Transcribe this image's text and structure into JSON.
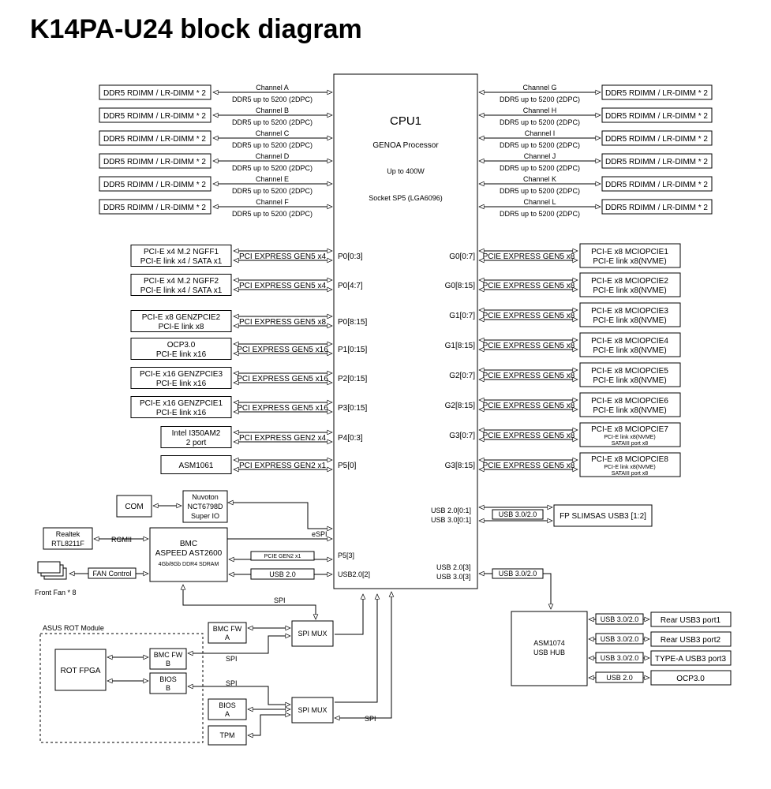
{
  "title": "K14PA-U24 block diagram",
  "cpu": {
    "name": "CPU1",
    "processor": "GENOA Processor",
    "power": "Up to 400W",
    "socket": "Socket SP5 (LGA6096)"
  },
  "memory": {
    "dimm_label": "DDR5 RDIMM / LR-DIMM * 2",
    "speed_label": "DDR5 up to 5200 (2DPC)",
    "left_channels": [
      "Channel A",
      "Channel B",
      "Channel C",
      "Channel D",
      "Channel E",
      "Channel F"
    ],
    "right_channels": [
      "Channel G",
      "Channel H",
      "Channel I",
      "Channel J",
      "Channel K",
      "Channel L"
    ]
  },
  "left_pcie": [
    {
      "dev1": "PCI-E x4 M.2 NGFF1",
      "dev2": "PCI-E link x4 / SATA x1",
      "bus": "PCI EXPRESS GEN5 x4",
      "port": "P0[0:3]"
    },
    {
      "dev1": "PCI-E x4 M.2 NGFF2",
      "dev2": "PCI-E link x4 / SATA x1",
      "bus": "PCI EXPRESS GEN5 x4",
      "port": "P0[4:7]"
    },
    {
      "dev1": "PCI-E x8 GENZPCIE2",
      "dev2": "PCI-E link x8",
      "bus": "PCI EXPRESS GEN5 x8",
      "port": "P0[8:15]"
    },
    {
      "dev1": "OCP3.0",
      "dev2": "PCI-E link x16",
      "bus": "PCI EXPRESS GEN5 x16",
      "port": "P1[0:15]"
    },
    {
      "dev1": "PCI-E x16 GENZPCIE3",
      "dev2": "PCI-E link x16",
      "bus": "PCI EXPRESS GEN5 x16",
      "port": "P2[0:15]"
    },
    {
      "dev1": "PCI-E x16 GENZPCIE1",
      "dev2": "PCI-E link x16",
      "bus": "PCI EXPRESS GEN5 x16",
      "port": "P3[0:15]"
    },
    {
      "dev1": "Intel I350AM2",
      "dev2": "2 port",
      "bus": "PCI EXPRESS GEN2 x4",
      "port": "P4[0:3]"
    },
    {
      "dev1": "ASM1061",
      "dev2": "",
      "bus": "PCI EXPRESS GEN2 x1",
      "port": "P5[0]"
    }
  ],
  "right_pcie": [
    {
      "port": "G0[0:7]",
      "bus": "PCIE EXPRESS GEN5 x8",
      "dev1": "PCI-E x8 MCIOPCIE1",
      "dev2": "PCI-E link x8(NVME)",
      "dev3": ""
    },
    {
      "port": "G0[8:15]",
      "bus": "PCIE EXPRESS GEN5 x8",
      "dev1": "PCI-E x8 MCIOPCIE2",
      "dev2": "PCI-E link x8(NVME)",
      "dev3": ""
    },
    {
      "port": "G1[0:7]",
      "bus": "PCIE EXPRESS GEN5 x8",
      "dev1": "PCI-E x8 MCIOPCIE3",
      "dev2": "PCI-E link x8(NVME)",
      "dev3": ""
    },
    {
      "port": "G1[8:15]",
      "bus": "PCIE EXPRESS GEN5 x8",
      "dev1": "PCI-E x8 MCIOPCIE4",
      "dev2": "PCI-E link x8(NVME)",
      "dev3": ""
    },
    {
      "port": "G2[0:7]",
      "bus": "PCIE EXPRESS GEN5 x8",
      "dev1": "PCI-E x8 MCIOPCIE5",
      "dev2": "PCI-E link x8(NVME)",
      "dev3": ""
    },
    {
      "port": "G2[8:15]",
      "bus": "PCIE EXPRESS GEN5 x8",
      "dev1": "PCI-E x8 MCIOPCIE6",
      "dev2": "PCI-E link x8(NVME)",
      "dev3": ""
    },
    {
      "port": "G3[0:7]",
      "bus": "PCIE EXPRESS GEN5 x8",
      "dev1": "PCI-E x8 MCIOPCIE7",
      "dev2": "PCI-E link x8(NVME)",
      "dev3": "SATAIII port x8"
    },
    {
      "port": "G3[8:15]",
      "bus": "PCIE EXPRESS GEN5 x8",
      "dev1": "PCI-E x8 MCIOPCIE8",
      "dev2": "PCI-E link x8(NVME)",
      "dev3": "SATAIII port x8"
    }
  ],
  "io": {
    "com": "COM",
    "superio_1": "Nuvoton",
    "superio_2": "NCT6798D",
    "superio_3": "Super IO",
    "espi": "eSPI",
    "realtek_1": "Realtek",
    "realtek_2": "RTL8211F",
    "rgmii": "RGMII",
    "bmc_1": "BMC",
    "bmc_2": "ASPEED AST2600",
    "bmc_3": "4Gb/8Gb DDR4 SDRAM",
    "pcie_gen2": "PCIE GEN2 x1",
    "p5_3": "P5[3]",
    "usb20": "USB 2.0",
    "usb20_2": "USB2.0[2]",
    "fan_control": "FAN Control",
    "front_fan": "Front Fan * 8"
  },
  "usb": {
    "usb20_01": "USB 2.0[0:1]",
    "usb30_01": "USB 3.0[0:1]",
    "bus1": "USB 3.0/2.0",
    "fp_slimsas": "FP SLIMSAS USB3 [1:2]",
    "usb20_3": "USB 2.0[3]",
    "usb30_3": "USB 3.0[3]",
    "bus2": "USB 3.0/2.0",
    "hub_1": "ASM1074",
    "hub_2": "USB HUB",
    "ports": [
      {
        "bus": "USB 3.0/2.0",
        "name": "Rear USB3 port1"
      },
      {
        "bus": "USB 3.0/2.0",
        "name": "Rear USB3 port2"
      },
      {
        "bus": "USB 3.0/2.0",
        "name": "TYPE-A USB3 port3"
      },
      {
        "bus": "USB 2.0",
        "name": "OCP3.0"
      }
    ]
  },
  "rot": {
    "module_label": "ASUS ROT Module",
    "fpga": "ROT FPGA",
    "bmcfw_b_1": "BMC FW",
    "bmcfw_b_2": "B",
    "bios_b_1": "BIOS",
    "bios_b_2": "B",
    "bmcfw_a_1": "BMC FW",
    "bmcfw_a_2": "A",
    "bios_a_1": "BIOS",
    "bios_a_2": "A",
    "tpm": "TPM",
    "spi_mux_1": "SPI MUX",
    "spi_mux_2": "SPI MUX",
    "spi_top": "SPI",
    "spi_mid": "SPI",
    "spi_bios": "SPI",
    "spi_cpu": "SPI"
  }
}
